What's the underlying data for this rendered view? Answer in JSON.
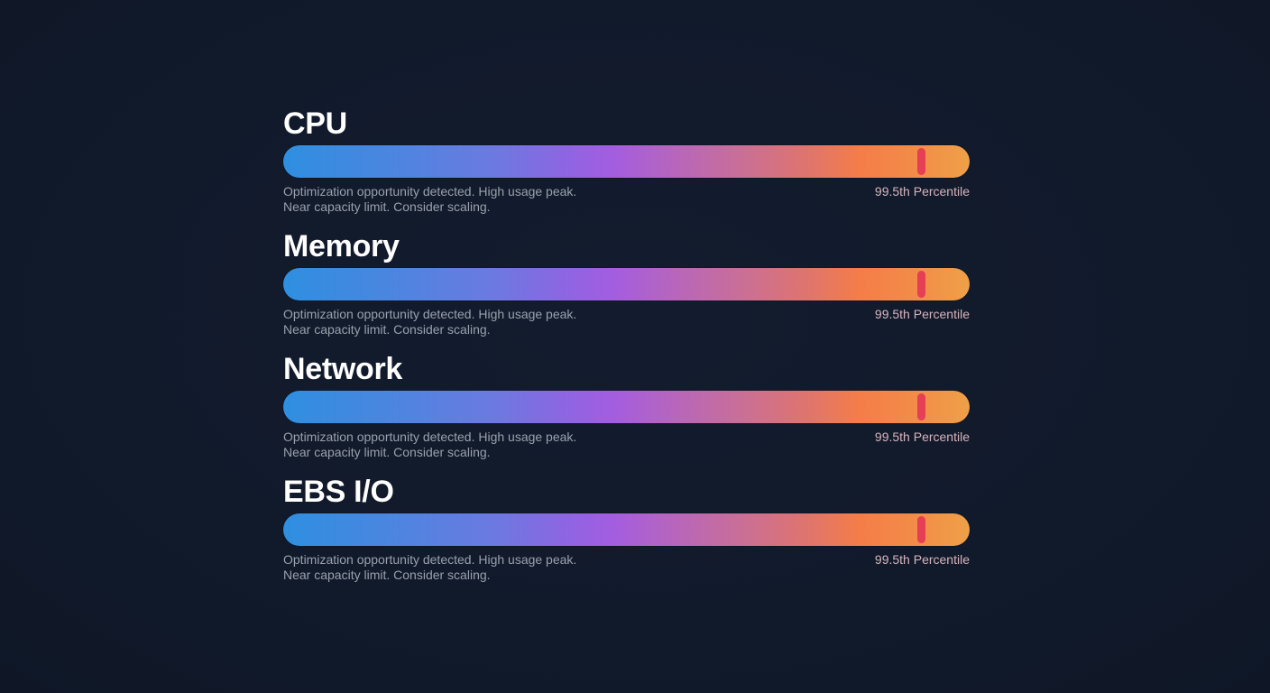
{
  "colors": {
    "background": "#111a2c",
    "title": "#ffffff",
    "description": "#9aa0ad",
    "percentile": "#d8b4bc",
    "marker": "#e63e55",
    "gradient": [
      "#2e8fe0",
      "#6a7ae0",
      "#a35de0",
      "#c86e9a",
      "#f57d48",
      "#efa048"
    ]
  },
  "metrics": [
    {
      "title": "CPU",
      "marker_position_pct": 93,
      "description_line1": "Optimization opportunity detected. High usage peak.",
      "description_line2": "Near capacity limit. Consider scaling.",
      "percentile_label": "99.5th Percentile"
    },
    {
      "title": "Memory",
      "marker_position_pct": 93,
      "description_line1": "Optimization opportunity detected. High usage peak.",
      "description_line2": "Near capacity limit. Consider scaling.",
      "percentile_label": "99.5th Percentile"
    },
    {
      "title": "Network",
      "marker_position_pct": 93,
      "description_line1": "Optimization opportunity detected. High usage peak.",
      "description_line2": "Near capacity limit. Consider scaling.",
      "percentile_label": "99.5th Percentile"
    },
    {
      "title": "EBS I/O",
      "marker_position_pct": 93,
      "description_line1": "Optimization opportunity detected. High usage peak.",
      "description_line2": "Near capacity limit. Consider scaling.",
      "percentile_label": "99.5th Percentile"
    }
  ]
}
